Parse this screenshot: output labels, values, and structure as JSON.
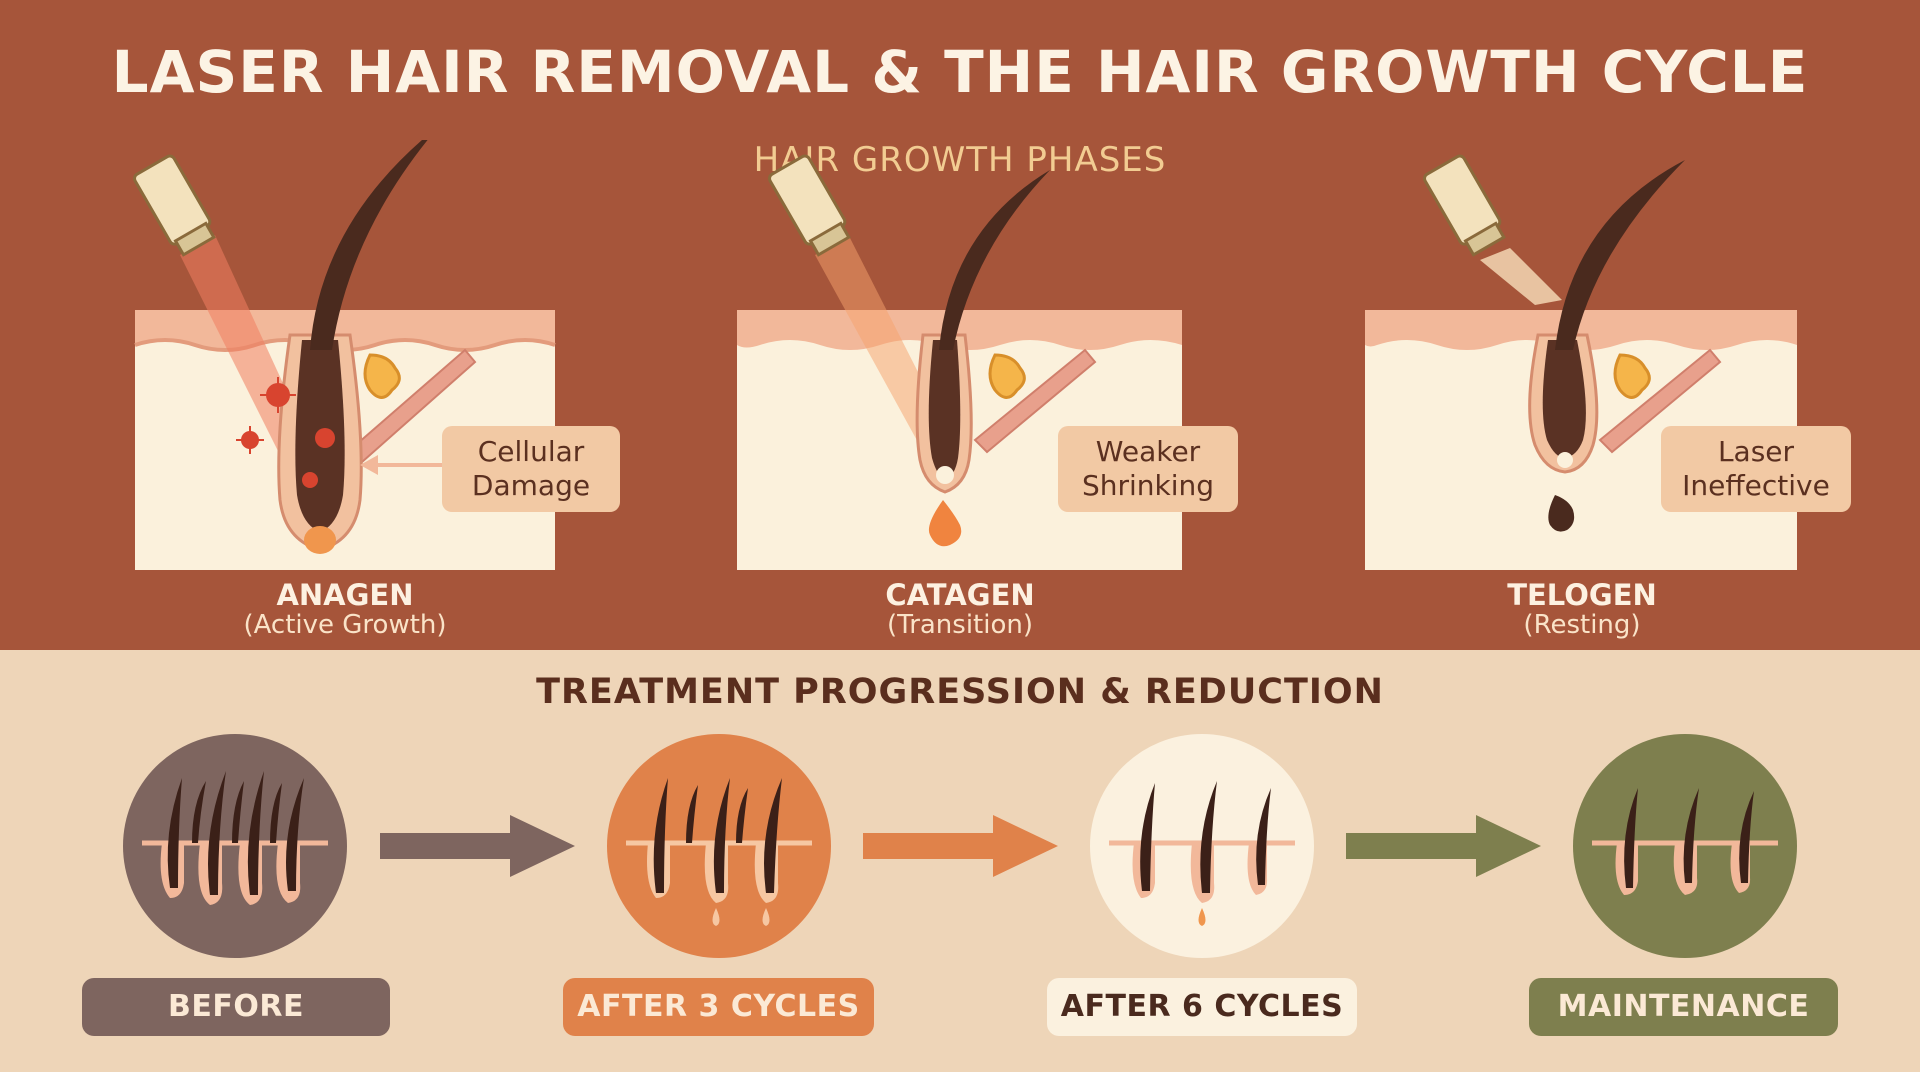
{
  "title": "LASER HAIR REMOVAL & THE HAIR GROWTH CYCLE",
  "phases_section": {
    "title": "HAIR GROWTH PHASES",
    "phases": [
      {
        "name": "ANAGEN",
        "description": "(Active Growth)",
        "callout": [
          "Cellular",
          "Damage"
        ]
      },
      {
        "name": "CATAGEN",
        "description": "(Transition)",
        "callout": [
          "Weaker",
          "Shrinking"
        ]
      },
      {
        "name": "TELOGEN",
        "description": "(Resting)",
        "callout": [
          "Laser",
          "Ineffective"
        ]
      }
    ]
  },
  "treatment_section": {
    "title": "TREATMENT PROGRESSION & REDUCTION",
    "stages": [
      {
        "label": "BEFORE",
        "color": "#7e655f"
      },
      {
        "label": "AFTER 3 CYCLES",
        "color": "#e0824a"
      },
      {
        "label": "AFTER 6 CYCLES",
        "color": "#fbf1df"
      },
      {
        "label": "MAINTENANCE",
        "color": "#7e7f4e"
      }
    ],
    "arrow_colors": [
      "#7e655f",
      "#e0824a",
      "#7e7f4e"
    ]
  },
  "colors": {
    "header_bg": "#a6553a",
    "footer_bg": "#eed5b8",
    "skin": "#fbf1dc",
    "hair": "#4a2a1e"
  }
}
